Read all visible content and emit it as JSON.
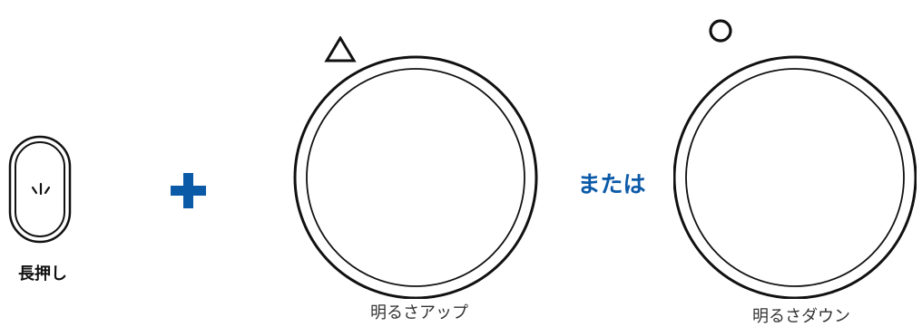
{
  "press": {
    "label": "長押し",
    "icon": "press-button-icon"
  },
  "plus": {
    "icon": "plus-icon",
    "color": "#0b5aa8"
  },
  "dial_up": {
    "symbol": "△",
    "caption": "明るさアップ"
  },
  "or_text": "または",
  "dial_down": {
    "symbol": "○",
    "caption": "明るさダウン"
  },
  "colors": {
    "accent": "#0b5aa8",
    "line": "#111111",
    "caption": "#333333"
  }
}
